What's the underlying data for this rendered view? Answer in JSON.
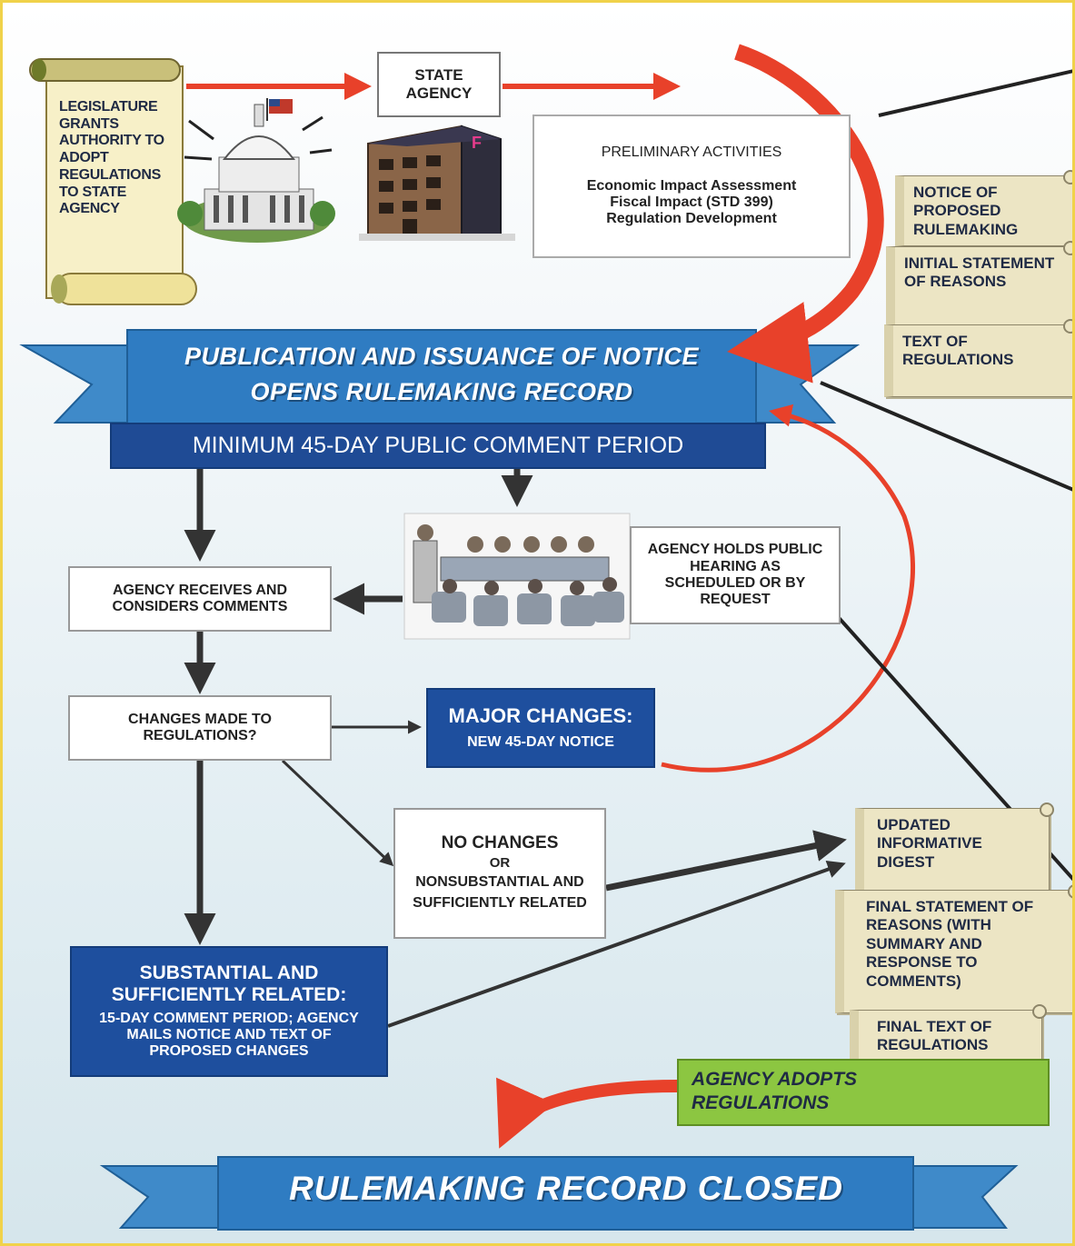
{
  "legislature": {
    "text": "LEGISLATURE GRANTS AUTHORITY TO ADOPT REGULATIONS TO STATE AGENCY"
  },
  "state_agency": {
    "label": "STATE AGENCY"
  },
  "preliminary": {
    "title": "PRELIMINARY ACTIVITIES",
    "items": [
      "Economic Impact Assessment",
      "Fiscal Impact (STD 399)",
      "Regulation Development"
    ]
  },
  "notice_documents": [
    "NOTICE OF PROPOSED RULEMAKING",
    "INITIAL STATEMENT OF REASONS",
    "TEXT OF REGULATIONS"
  ],
  "publication": {
    "line1": "PUBLICATION AND ISSUANCE OF NOTICE",
    "line2": "OPENS RULEMAKING RECORD"
  },
  "comment_period": "MINIMUM 45-DAY PUBLIC COMMENT PERIOD",
  "hearing": "AGENCY HOLDS PUBLIC HEARING AS SCHEDULED OR BY REQUEST",
  "receives": "AGENCY RECEIVES AND CONSIDERS COMMENTS",
  "changes_question": "CHANGES MADE TO REGULATIONS?",
  "major_changes": {
    "title": "MAJOR CHANGES:",
    "subtitle": "NEW 45-DAY NOTICE"
  },
  "no_changes": {
    "title": "NO CHANGES",
    "or": "OR",
    "detail": "NONSUBSTANTIAL AND SUFFICIENTLY RELATED"
  },
  "substantial": {
    "title": "SUBSTANTIAL AND SUFFICIENTLY RELATED:",
    "detail": "15-DAY COMMENT PERIOD; AGENCY MAILS NOTICE AND TEXT OF PROPOSED CHANGES"
  },
  "final_documents": [
    "UPDATED INFORMATIVE DIGEST",
    "FINAL STATEMENT OF REASONS (WITH SUMMARY AND RESPONSE TO COMMENTS)",
    "FINAL TEXT OF REGULATIONS"
  ],
  "adopts": "AGENCY ADOPTS REGULATIONS",
  "closed": "RULEMAKING RECORD CLOSED",
  "colors": {
    "ribbon_blue": "#2e7bbf",
    "box_blue": "#1e4f9e",
    "arrow_red": "#e8412a",
    "scroll_beige": "#ece5c4",
    "adopt_green": "#8cc641"
  }
}
